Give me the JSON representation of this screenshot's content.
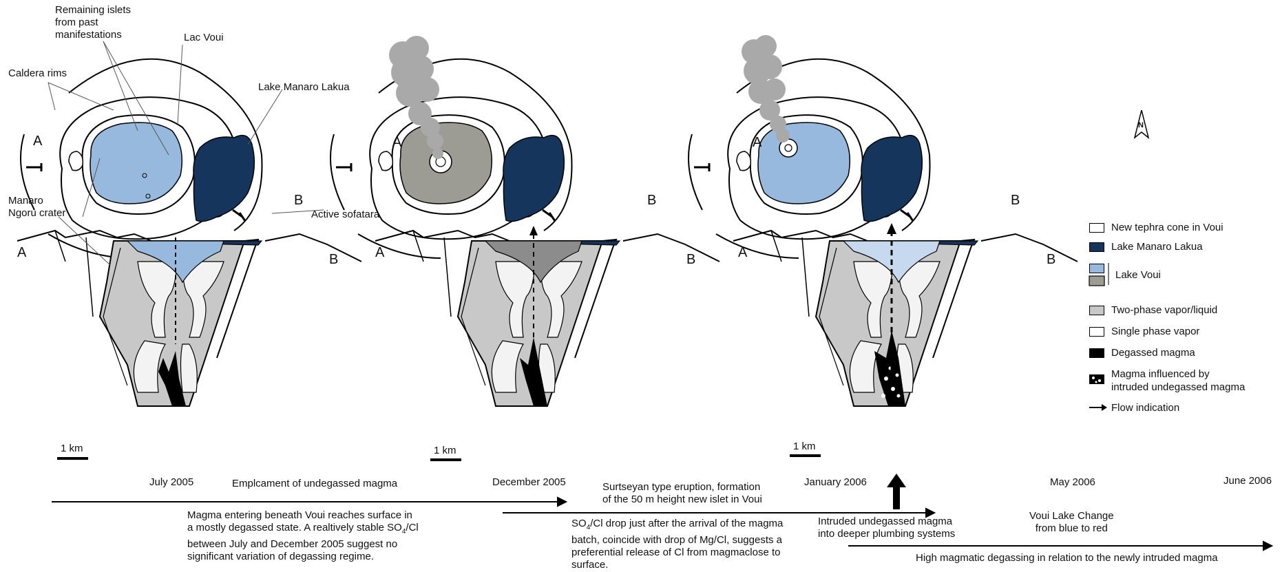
{
  "map_labels": {
    "remaining_islets": "Remaining islets\nfrom past\nmanifestations",
    "lac_voui": "Lac Voui",
    "caldera_rims": "Caldera rims",
    "lake_manaro": "Lake Manaro Lakua",
    "manaro_ngoru": "Manaro\nNgoru crater",
    "active_sofatara": "Active sofatara",
    "point_a": "A",
    "point_b": "B",
    "north": "N",
    "scale": "1 km"
  },
  "timeline": {
    "dates": [
      "July 2005",
      "December 2005",
      "January 2006",
      "May 2006",
      "June 2006"
    ],
    "events": {
      "emplacement": "Emplcament of undegassed magma",
      "surtseyan": "Surtseyan type eruption, formation\nof the 50 m height new islet in Voui",
      "intruded": "Intruded undegassed magma\ninto deeper plumbing systems",
      "lake_change": "Voui Lake Change\nfrom blue to red",
      "high_degassing": "High magmatic degassing in relation to the newly intruded magma"
    },
    "notes": {
      "magma_entering_1": "Magma entering beneath Voui reaches surface in",
      "magma_entering_2": "a mostly degassed state. A realtively stable SO",
      "magma_entering_3": "between July and December 2005 suggest no",
      "magma_entering_4": "significant variation of degassing regime.",
      "so4_drop_1": "SO",
      "so4_drop_1b": "/Cl drop just after the arrival of the magma",
      "so4_drop_2": "batch, coincide with drop of Mg/Cl, suggests a",
      "so4_drop_3": "preferential release of Cl from magmaclose to",
      "so4_drop_4": "surface.",
      "sub4": "4",
      "so4cl_suffix": "/Cl"
    }
  },
  "legend": [
    {
      "label": "New tephra cone in Voui",
      "color": "#ffffff"
    },
    {
      "label": "Lake Manaro Lakua",
      "color": "#16355c"
    },
    {
      "label": "Lake Voui",
      "color": "#97b9dd"
    },
    {
      "label": "Two-phase vapor/liquid",
      "color": "#c8c8c8"
    },
    {
      "label": "Single phase vapor",
      "color": "#ffffff"
    },
    {
      "label": "Degassed magma",
      "color": "#000000"
    },
    {
      "label": "Magma influenced by\nintruded undegassed magma",
      "color": "#000000"
    },
    {
      "label": "Flow indication",
      "color": "#000000"
    }
  ],
  "colors": {
    "lake_voui": "#97b9dd",
    "lake_manaro": "#16355c",
    "lake_grey": "#9c9c94",
    "two_phase": "#c8c8c8",
    "plume": "#a9a9a9"
  }
}
